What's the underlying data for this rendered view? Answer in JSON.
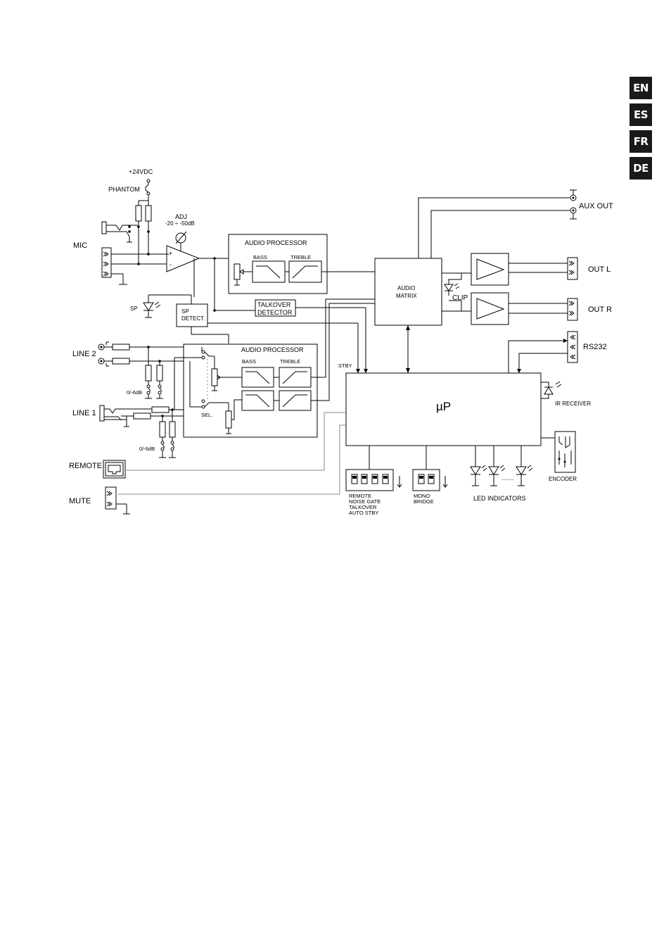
{
  "languages": [
    "EN",
    "ES",
    "FR",
    "DE"
  ],
  "inputs": {
    "mic": "MIC",
    "line2": "LINE 2",
    "line1": "LINE 1",
    "remote": "REMOTE",
    "mute": "MUTE"
  },
  "mic_stage": {
    "supply": "+24VDC",
    "phantom": "PHANTOM",
    "adj": "ADJ",
    "adj_range": "-20 ÷ -50dB",
    "plus": "+",
    "minus": "-"
  },
  "sp": {
    "led": "SP",
    "detect_line1": "SP",
    "detect_line2": "DETECT."
  },
  "talkover": {
    "line1": "TALKOVER",
    "line2": "DETECTOR"
  },
  "audio_processor_top": {
    "title": "AUDIO PROCESSOR",
    "bass": "BASS",
    "treble": "TREBLE"
  },
  "audio_processor_bottom": {
    "title": "AUDIO PROCESSOR",
    "bass": "BASS",
    "treble": "TREBLE",
    "sel": "SEL."
  },
  "pads": {
    "line2_pad": "0/-6dB",
    "line1_pad": "0/-6dB"
  },
  "matrix": {
    "line1": "AUDIO",
    "line2": "MATRIX"
  },
  "outputs": {
    "aux_out": "AUX OUT",
    "out_l": "OUT L",
    "out_r": "OUT R",
    "clip": "CLIP",
    "rs232": "RS232"
  },
  "micro": {
    "label": "µP",
    "stby": "STBY",
    "ir_receiver": "IR RECEIVER",
    "encoder": "ENCODER"
  },
  "dip_switches": {
    "group1": [
      "REMOTE",
      "NOISE GATE",
      "TALKOVER",
      "AUTO STBY"
    ],
    "group2": [
      "MONO",
      "BRIDGE"
    ]
  },
  "leds": {
    "label": "LED INDICATORS",
    "ellipsis": "........"
  }
}
